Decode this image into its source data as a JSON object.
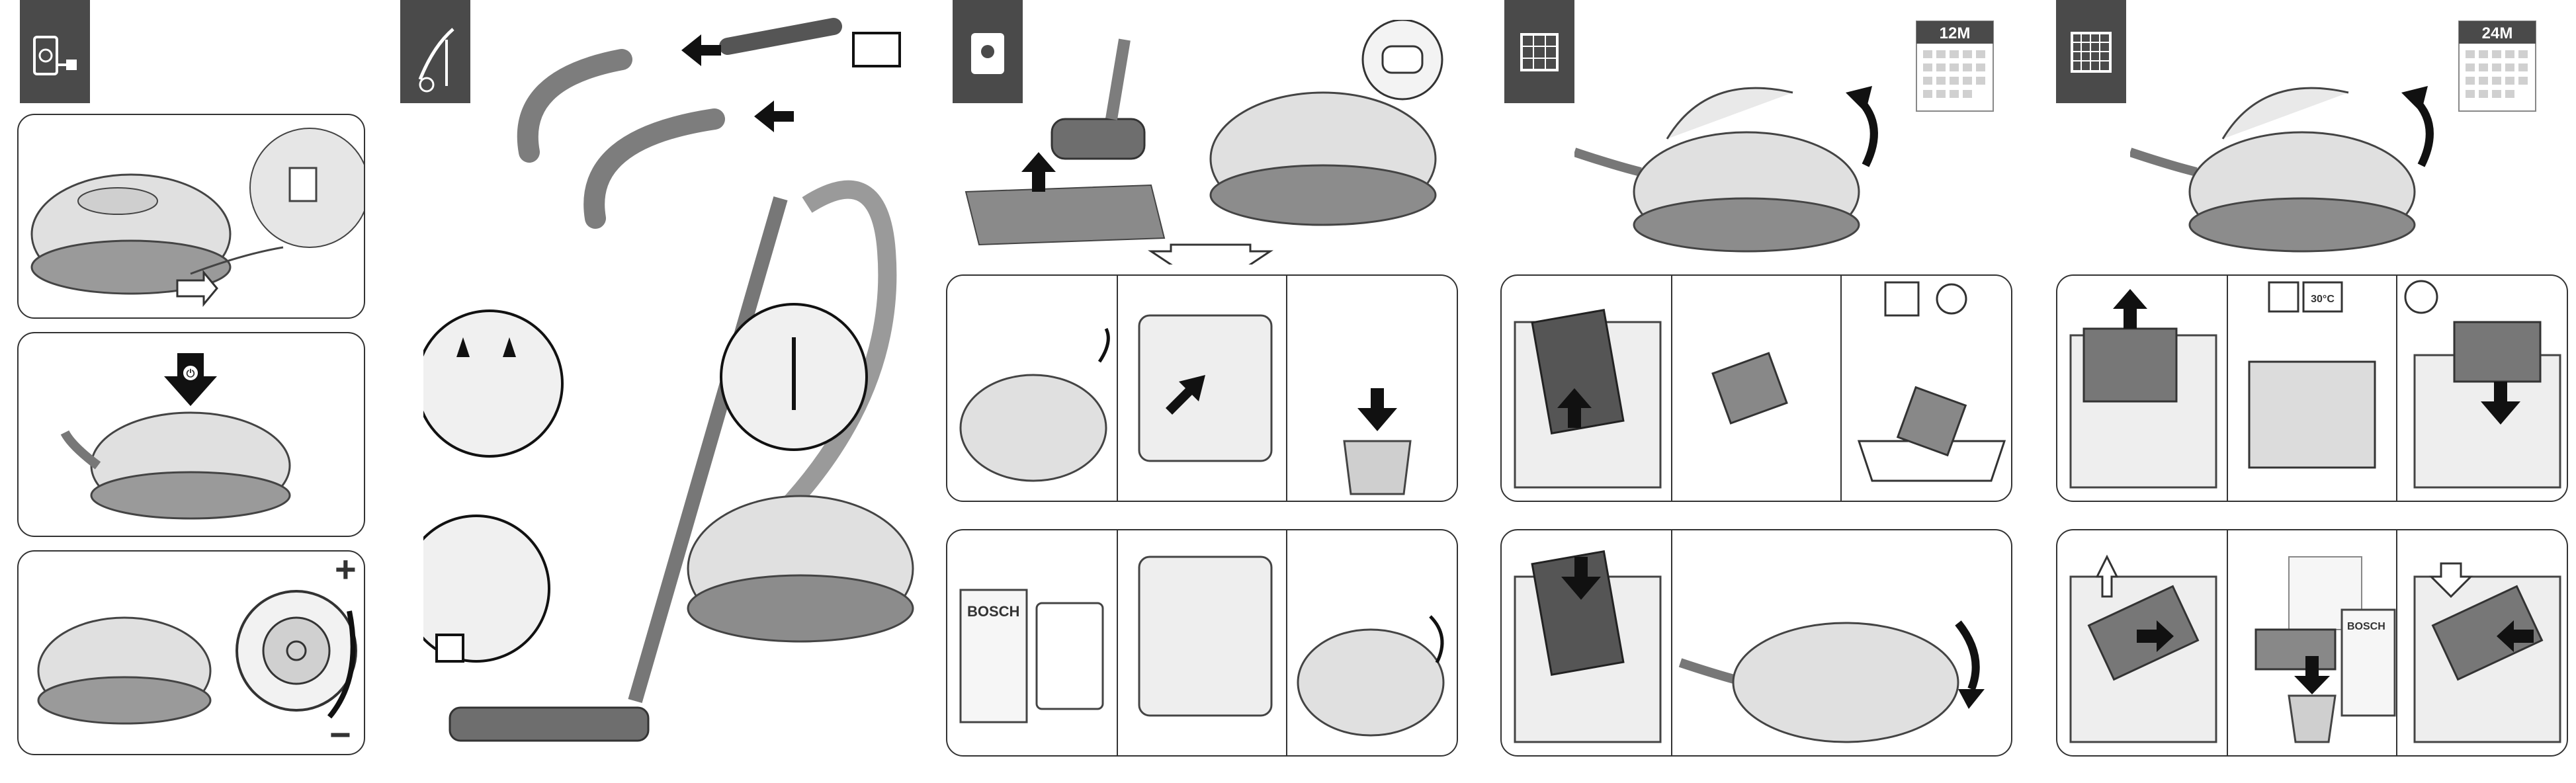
{
  "colors": {
    "tab": "#4a4a4a",
    "ink": "#333333",
    "device": "#d9d9d9",
    "device_dark": "#8c8c8c",
    "arrow": "#111111"
  },
  "icons": {
    "col1_tab": "power-plug-icon",
    "col2_tab": "hose-assembly-icon",
    "col3_tab": "dust-bag-icon",
    "col4_tab": "motor-filter-icon",
    "col5_tab": "exhaust-filter-icon"
  },
  "labels": {
    "bag_box_brand": "BOSCH",
    "filter_box_brand": "BOSCH",
    "wash_temp": "30°C",
    "plus": "+",
    "minus": "−",
    "power_symbol": "⏻"
  },
  "calendars": {
    "col4_interval": "12M",
    "col5_interval": "24M"
  }
}
